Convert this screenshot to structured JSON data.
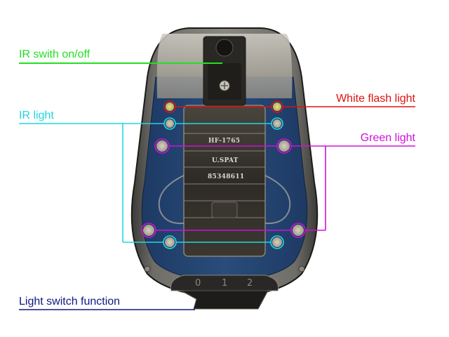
{
  "diagram": {
    "title": "Helmet safety light annotated diagram",
    "device": {
      "markings": [
        "HF-1765",
        "U.SPAT",
        "85348611"
      ],
      "switch_positions": [
        "0",
        "1",
        "2"
      ]
    },
    "callouts": [
      {
        "id": "ir-switch",
        "text": "IR swith on/off",
        "color": "#22e022"
      },
      {
        "id": "white-flash",
        "text": "White flash light",
        "color": "#e01010"
      },
      {
        "id": "ir-light",
        "text": "IR light",
        "color": "#20d8e0"
      },
      {
        "id": "green-light",
        "text": "Green light",
        "color": "#d010d8"
      },
      {
        "id": "light-switch",
        "text": "Light switch function",
        "color": "#101880"
      }
    ]
  }
}
